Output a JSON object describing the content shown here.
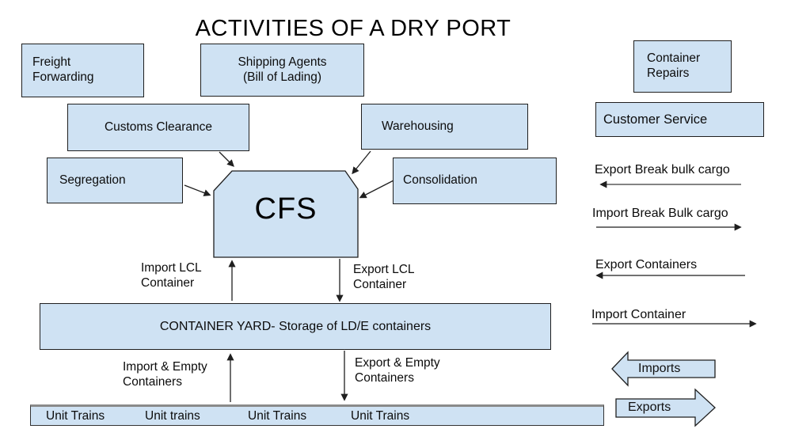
{
  "title": "ACTIVITIES OF A DRY PORT",
  "boxes": {
    "freight_forwarding": "Freight\nForwarding",
    "shipping_agents": "Shipping Agents\n(Bill of Lading)",
    "container_repairs": "Container\nRepairs",
    "customs_clearance": "Customs Clearance",
    "warehousing": "Warehousing",
    "customer_service": "Customer Service",
    "segregation": "Segregation",
    "consolidation": "Consolidation",
    "cfs": "CFS",
    "container_yard": "CONTAINER YARD- Storage of LD/E containers"
  },
  "unit_trains": [
    "Unit Trains",
    "Unit trains",
    "Unit Trains",
    "Unit Trains"
  ],
  "flow_labels": {
    "import_lcl": "Import LCL\nContainer",
    "export_lcl": "Export LCL\nContainer",
    "import_empty": "Import & Empty\nContainers",
    "export_empty": "Export & Empty\nContainers"
  },
  "legend": {
    "export_break_bulk": {
      "label": "Export Break bulk cargo",
      "direction": "left"
    },
    "import_break_bulk": {
      "label": "Import Break Bulk cargo",
      "direction": "right"
    },
    "export_containers": {
      "label": "Export Containers",
      "direction": "left"
    },
    "import_container": {
      "label": "Import Container",
      "direction": "right"
    }
  },
  "block_arrows": {
    "imports": "Imports",
    "exports": "Exports"
  },
  "colors": {
    "box_fill": "#cfe2f3",
    "box_border": "#1f1f1f",
    "arrow": "#1f1f1f",
    "train_bar_top_border": "#8a8a8a"
  }
}
